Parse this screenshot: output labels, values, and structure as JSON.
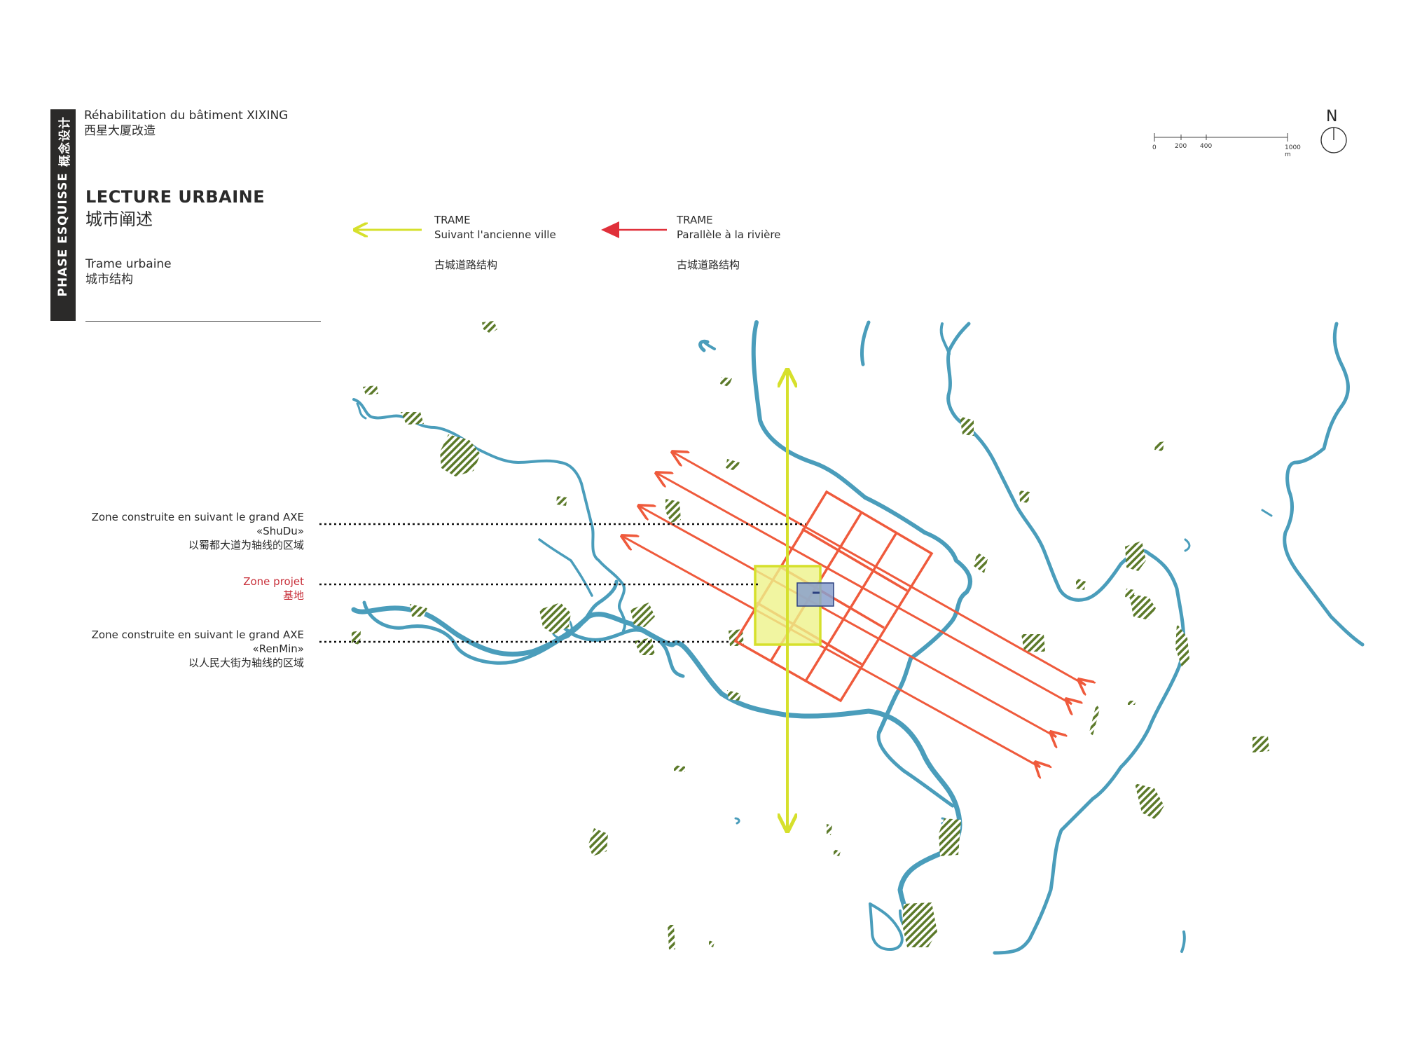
{
  "header": {
    "project_fr": "Réhabilitation du bâtiment XIXING",
    "project_cn": "西星大厦改造",
    "phase_label": "PHASE  ESQUISSE",
    "phase_cn": "概念设计",
    "title_fr": "LECTURE URBAINE",
    "title_cn": "城市阐述",
    "subtitle_fr": "Trame urbaine",
    "subtitle_cn": "城市结构"
  },
  "legend": [
    {
      "title": "TRAME",
      "desc": "Suivant l'ancienne ville",
      "cn": "古城道路结构",
      "color": "#d6e02c"
    },
    {
      "title": "TRAME",
      "desc": "Parallèle à la rivière",
      "cn": "古城道路结构",
      "color": "#e0303a"
    }
  ],
  "scale": {
    "ticks": [
      "0",
      "200",
      "400",
      "1000 m"
    ]
  },
  "north": "N",
  "annotations": [
    {
      "fr": "Zone construite en suivant le grand AXE",
      "name": "«ShuDu»",
      "cn": "以蜀都大道为轴线的区域"
    },
    {
      "fr": "Zone projet",
      "cn": "基地"
    },
    {
      "fr": "Zone construite en suivant le grand AXE",
      "name": "«RenMin»",
      "cn": "以人民大街为轴线的区域"
    }
  ],
  "colors": {
    "river": "#4a9dbb",
    "green_zone": "#5c7a2a",
    "red_grid": "#ef5a3c",
    "yellow_axis": "#d6e02c",
    "yellow_fill": "#eef28a",
    "project_box": "#8aa0cc"
  }
}
